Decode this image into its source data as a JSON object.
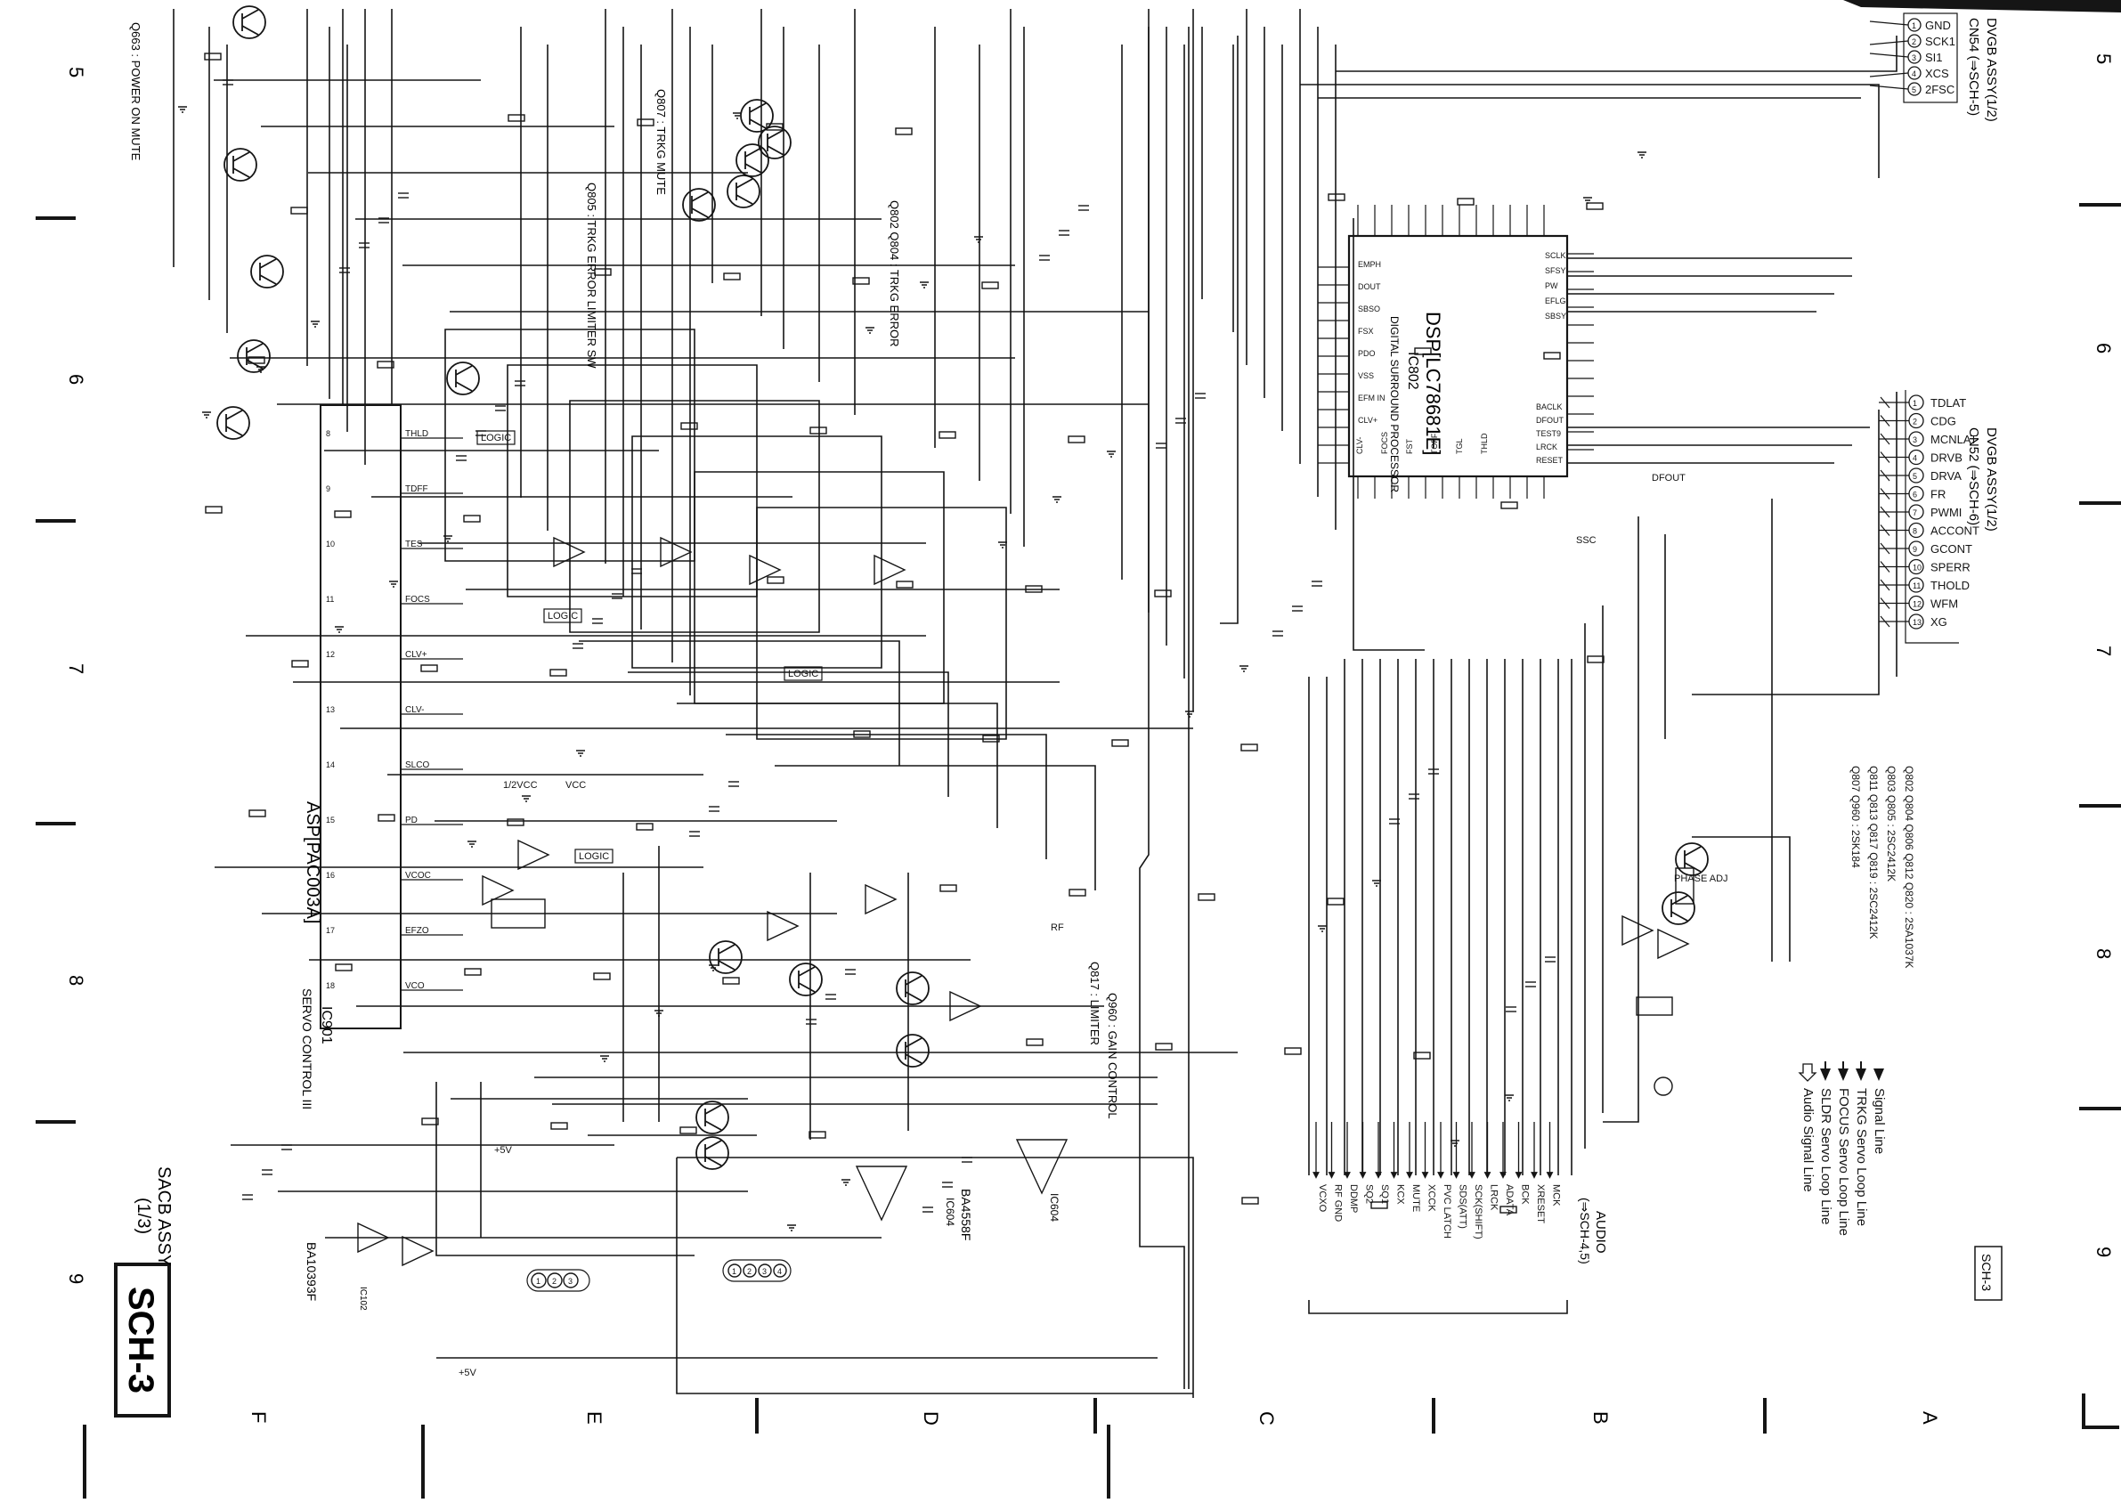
{
  "sheet": {
    "ink_color": "#151515",
    "paper_color": "#ffffff",
    "title_box": "SCH-3",
    "assy_line1": "SACB ASSY",
    "assy_line2": "(1/3)",
    "corner_tag": "SCH-3"
  },
  "grid": {
    "rows": [
      "5",
      "6",
      "7",
      "8",
      "9"
    ],
    "cols": [
      "A",
      "B",
      "C",
      "D",
      "E",
      "F"
    ]
  },
  "ics": {
    "servo": {
      "label": "ASP[PAC003A]",
      "sublabel": "IC901",
      "caption": "SERVO CONTROL III"
    },
    "dsp": {
      "label": "DSP[LC78681E]",
      "ref": "IC802",
      "function": "DIGITAL SURROUND PROCESSOR"
    },
    "op_a": {
      "label": "BA4558F",
      "ref": "IC604"
    },
    "op_b": {
      "label": "IC604"
    },
    "op_c": {
      "label": "BA10393F",
      "ref": "IC102"
    }
  },
  "transistors": {
    "q663": "Q663 : POWER ON MUTE",
    "q807": "Q807 : TRKG MUTE",
    "q802": "Q802 Q804 : TRKG ERROR",
    "q805": "Q805 : TRKG ERROR LIMITER SW",
    "q817": "Q817 : LIMITER",
    "q960": "Q960 : GAIN CONTROL"
  },
  "connectors": {
    "cn54": {
      "title": "DVGB ASSY(1/2)",
      "subtitle": "CN54 (⇒SCH-5)",
      "pins": [
        "GND",
        "SCK1",
        "SI1",
        "XCS",
        "2FSC"
      ]
    },
    "cn52": {
      "title": "DVGB ASSY(1/2)",
      "subtitle": "CN52 (⇒SCH-6)",
      "pins": [
        "TDLAT",
        "CDG",
        "MCNLAT",
        "DRVB",
        "DRVA",
        "FR",
        "PWMI",
        "ACCONT",
        "GCONT",
        "SPERR",
        "THOLD",
        "WFM",
        "XG"
      ]
    },
    "audio": {
      "title": "AUDIO",
      "subtitle": "(⇒SCH-4,5)",
      "signals": [
        "VCXO",
        "RF GND",
        "DDMP",
        "SQ2",
        "SQ1",
        "KCX",
        "MUTE",
        "XCCK",
        "PVC LATCH",
        "SDS(ATT)",
        "SCK(SHIFT)",
        "LRCK",
        "ADATA",
        "BCK",
        "XRESET",
        "MCK"
      ]
    },
    "cn102": {
      "pins": [
        "1",
        "2",
        "3"
      ]
    },
    "cn103": {
      "pins": [
        "1",
        "2",
        "3",
        "4"
      ]
    }
  },
  "legend": {
    "items": [
      {
        "symbol": "solid-arrow",
        "label": "Signal Line"
      },
      {
        "symbol": "filled-arrow",
        "label": "TRKG Servo Loop Line"
      },
      {
        "symbol": "half-arrow",
        "label": "FOCUS Servo Loop Line"
      },
      {
        "symbol": "bar-arrow",
        "label": "SLDR Servo Loop Line"
      },
      {
        "symbol": "hollow-arrow",
        "label": "Audio Signal Line"
      }
    ]
  },
  "parts_list": {
    "lines": [
      "Q802 Q804 Q806 Q812 Q820 : 2SA1037K",
      "Q803 Q805 : 2SC2412K",
      "Q811 Q813 Q817 Q819 : 2SC2412K",
      "Q807 Q960 : 2SK184"
    ]
  },
  "nodes": {
    "servo_pins": [
      "THLD",
      "TDFF",
      "TES",
      "FOCS",
      "CLV+",
      "CLV-",
      "SLCO",
      "PD",
      "VCOC",
      "EFZO",
      "VCO"
    ],
    "dsp_pins": [
      "SCLK",
      "SFSY",
      "PW",
      "EFLG",
      "SBSY",
      "BACLK",
      "DFOUT",
      "TEST9",
      "LRCK",
      "RESET",
      "EMPH",
      "DOUT",
      "SBSO",
      "FSX",
      "PDO",
      "VSS",
      "EFM IN",
      "CLV+",
      "CLV-",
      "FOCS",
      "FST",
      "TOFF",
      "TGL",
      "THLD"
    ],
    "logic_tags": [
      "LOGIC",
      "LOGIC",
      "LOGIC",
      "LOGIC"
    ],
    "misc_labels": [
      "1/2VCC",
      "VCC",
      "+5V",
      "+5V",
      "PHASE ADJ",
      "DFOUT",
      "SSC",
      "RF"
    ]
  }
}
